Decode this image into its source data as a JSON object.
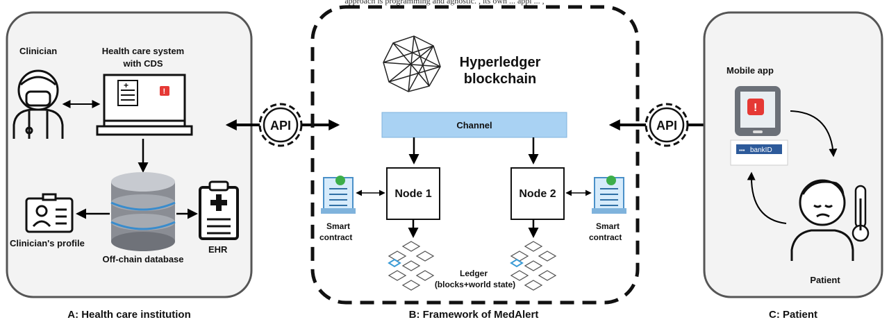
{
  "header_fragment": "approach is programming and agnostic. , its own ... appl ... ,",
  "sections": {
    "a_caption": "A: Health care institution",
    "b_caption": "B: Framework of MedAlert",
    "c_caption": "C: Patient"
  },
  "institution": {
    "clinician": "Clinician",
    "hcs_line1": "Health care system",
    "hcs_line2": "with CDS",
    "profile": "Clinician's profile",
    "database": "Off-chain database",
    "ehr": "EHR"
  },
  "api_left": "API",
  "api_right": "API",
  "framework": {
    "title_line1": "Hyperledger",
    "title_line2": "blockchain",
    "channel": "Channel",
    "node1": "Node 1",
    "node2": "Node 2",
    "smart_contract_left_1": "Smart",
    "smart_contract_left_2": "contract",
    "smart_contract_right_1": "Smart",
    "smart_contract_right_2": "contract",
    "ledger_line1": "Ledger",
    "ledger_line2": "(blocks+world state)"
  },
  "patient": {
    "mobile_app": "Mobile app",
    "bankid": "bankID",
    "patient_label": "Patient"
  }
}
